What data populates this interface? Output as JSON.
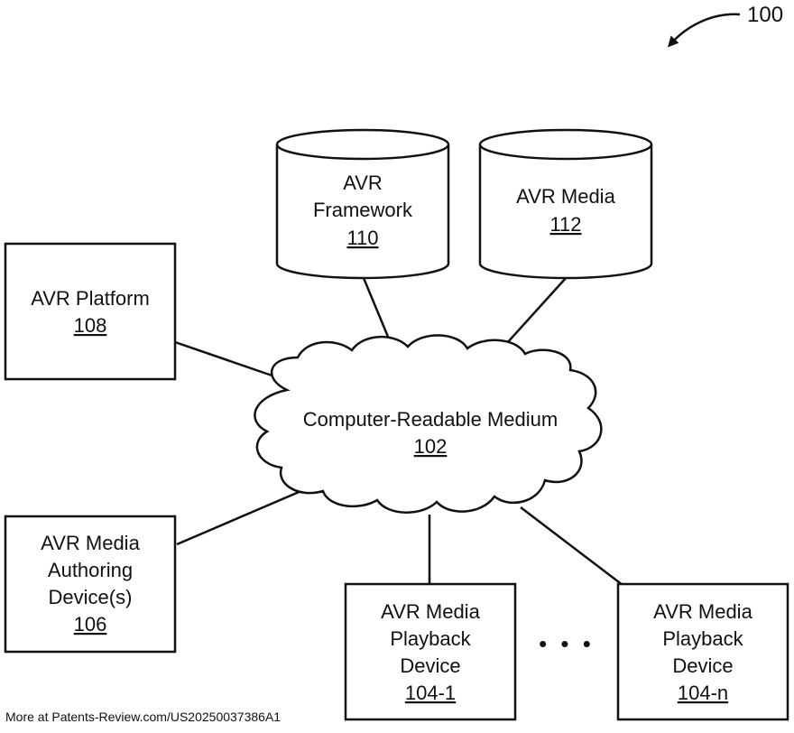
{
  "figure_ref": "100",
  "nodes": {
    "framework": {
      "name_lines": [
        "AVR",
        "Framework"
      ],
      "ref": "110"
    },
    "media": {
      "name_lines": [
        "AVR Media"
      ],
      "ref": "112"
    },
    "platform": {
      "name_lines": [
        "AVR Platform"
      ],
      "ref": "108"
    },
    "medium": {
      "name_lines": [
        "Computer-Readable Medium"
      ],
      "ref": "102"
    },
    "authoring": {
      "name_lines": [
        "AVR Media",
        "Authoring",
        "Device(s)"
      ],
      "ref": "106"
    },
    "playback1": {
      "name_lines": [
        "AVR Media",
        "Playback",
        "Device"
      ],
      "ref": "104-1"
    },
    "playbackn": {
      "name_lines": [
        "AVR Media",
        "Playback",
        "Device"
      ],
      "ref": "104-n"
    }
  },
  "ellipsis": "• • •",
  "footer": "More at Patents-Review.com/US20250037386A1"
}
